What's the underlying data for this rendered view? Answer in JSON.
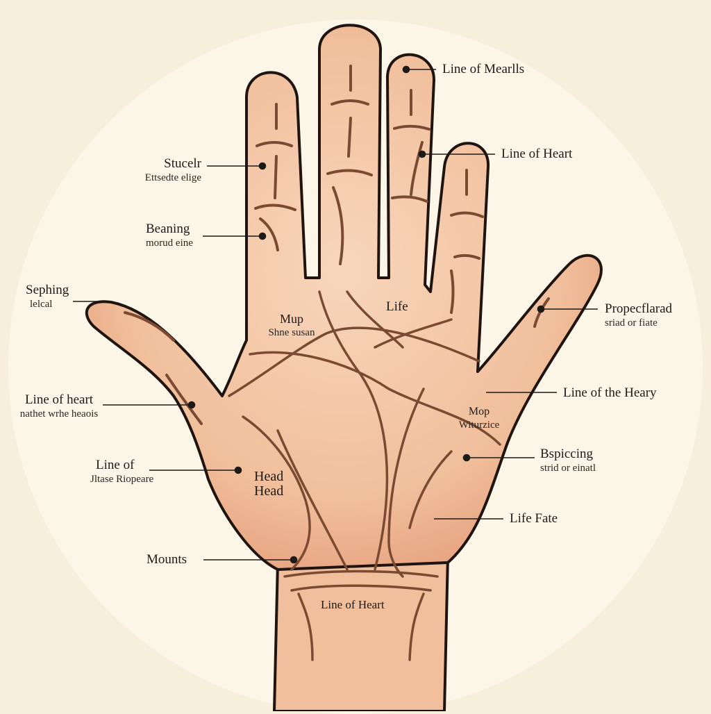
{
  "diagram": {
    "type": "anatomical palm illustration with callout labels",
    "colors": {
      "background": "#f7efdc",
      "halo": "#fcf6e8",
      "skin": "#f3c3a1",
      "skin_shadow": "#e59f7c",
      "outline": "#1f1410",
      "crease": "#7a4a33",
      "text": "#1d1a17"
    },
    "labels": {
      "stucelr": {
        "title": "Stucelr",
        "subtitle": "Ettsedte elige"
      },
      "beaning": {
        "title": "Beaning",
        "subtitle": "morud eine"
      },
      "sephing": {
        "title": "Sephing",
        "subtitle": "lelcal"
      },
      "line_of_heart_left": {
        "title": "Line of heart",
        "subtitle": "nathet wrhe heaois"
      },
      "line_of_left": {
        "title": "Line of",
        "subtitle": "Jltase Riopeare"
      },
      "mounts": {
        "title": "Mounts"
      },
      "line_of_mearlls": {
        "title": "Line of Mearlls"
      },
      "line_of_heart_top": {
        "title": "Line of Heart"
      },
      "propecflarad": {
        "title": "Propecflarad",
        "subtitle": "sriad or fiate"
      },
      "line_of_the_heary": {
        "title": "Line of the Heary"
      },
      "bspiccing": {
        "title": "Bspiccing",
        "subtitle": "strid or einatl"
      },
      "life_fate": {
        "title": "Life Fate"
      }
    },
    "palm_labels": {
      "mup": {
        "title": "Mup",
        "subtitle": "Shne susan"
      },
      "life": {
        "title": "Life"
      },
      "mop": {
        "title": "Mop",
        "subtitle": "Witurzice"
      },
      "head": {
        "line1": "Head",
        "line2": "Head"
      },
      "wrist": {
        "title": "Line of Heart"
      }
    }
  }
}
